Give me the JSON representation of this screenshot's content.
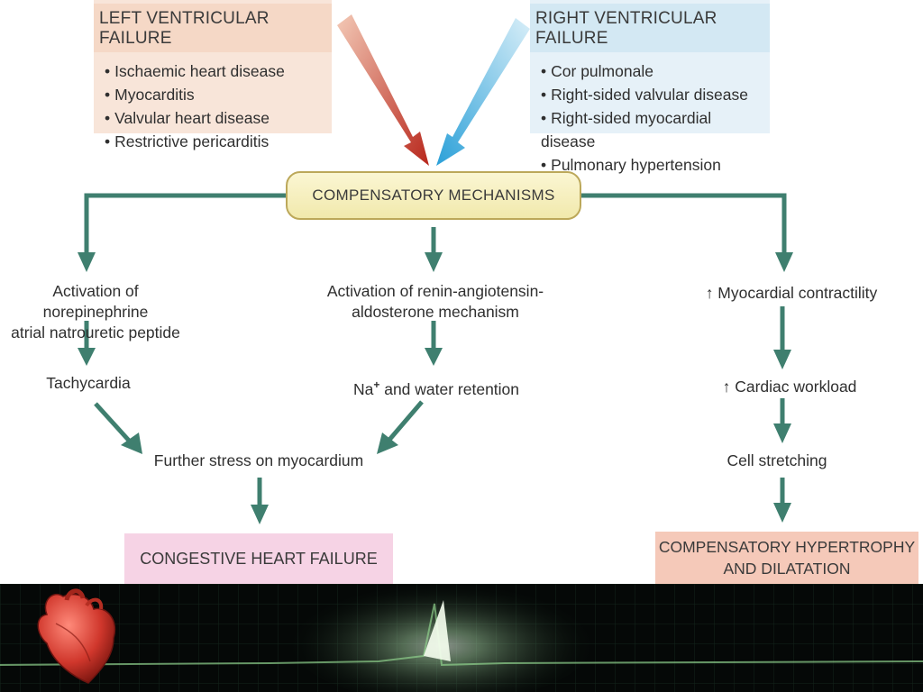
{
  "left_failure": {
    "title": "LEFT VENTRICULAR FAILURE",
    "items": [
      "Ischaemic heart disease",
      "Myocarditis",
      "Valvular heart disease",
      "Restrictive pericarditis"
    ]
  },
  "right_failure": {
    "title": "RIGHT VENTRICULAR FAILURE",
    "items": [
      "Cor pulmonale",
      "Right-sided valvular disease",
      "Right-sided myocardial disease",
      "Pulmonary hypertension"
    ]
  },
  "compensatory_mechanisms": "COMPENSATORY MECHANISMS",
  "left_branch": {
    "activation_line1": "Activation of norepinephrine",
    "activation_line2": "atrial natrouretic peptide",
    "tachycardia": "Tachycardia"
  },
  "middle_branch": {
    "activation_line1": "Activation of renin-angiotensin-",
    "activation_line2": "aldosterone mechanism",
    "na_prefix": "Na",
    "na_sup": "+",
    "na_suffix": " and water retention"
  },
  "further_stress": "Further stress on myocardium",
  "congestive_heart_failure": "CONGESTIVE HEART FAILURE",
  "right_branch": {
    "up_arrow": "↑",
    "contractility": " Myocardial contractility",
    "workload": " Cardiac workload",
    "cell_stretching": "Cell stretching"
  },
  "hypertrophy_line1": "COMPENSATORY HYPERTROPHY",
  "hypertrophy_line2": "AND DILATATION",
  "icons": {
    "heart": "heart-icon",
    "ecg": "ecg-wave-icon"
  },
  "colors": {
    "flow_arrow": "#3f7f6f",
    "red_arrow": "#c0392b",
    "blue_arrow": "#3aa6d6"
  }
}
